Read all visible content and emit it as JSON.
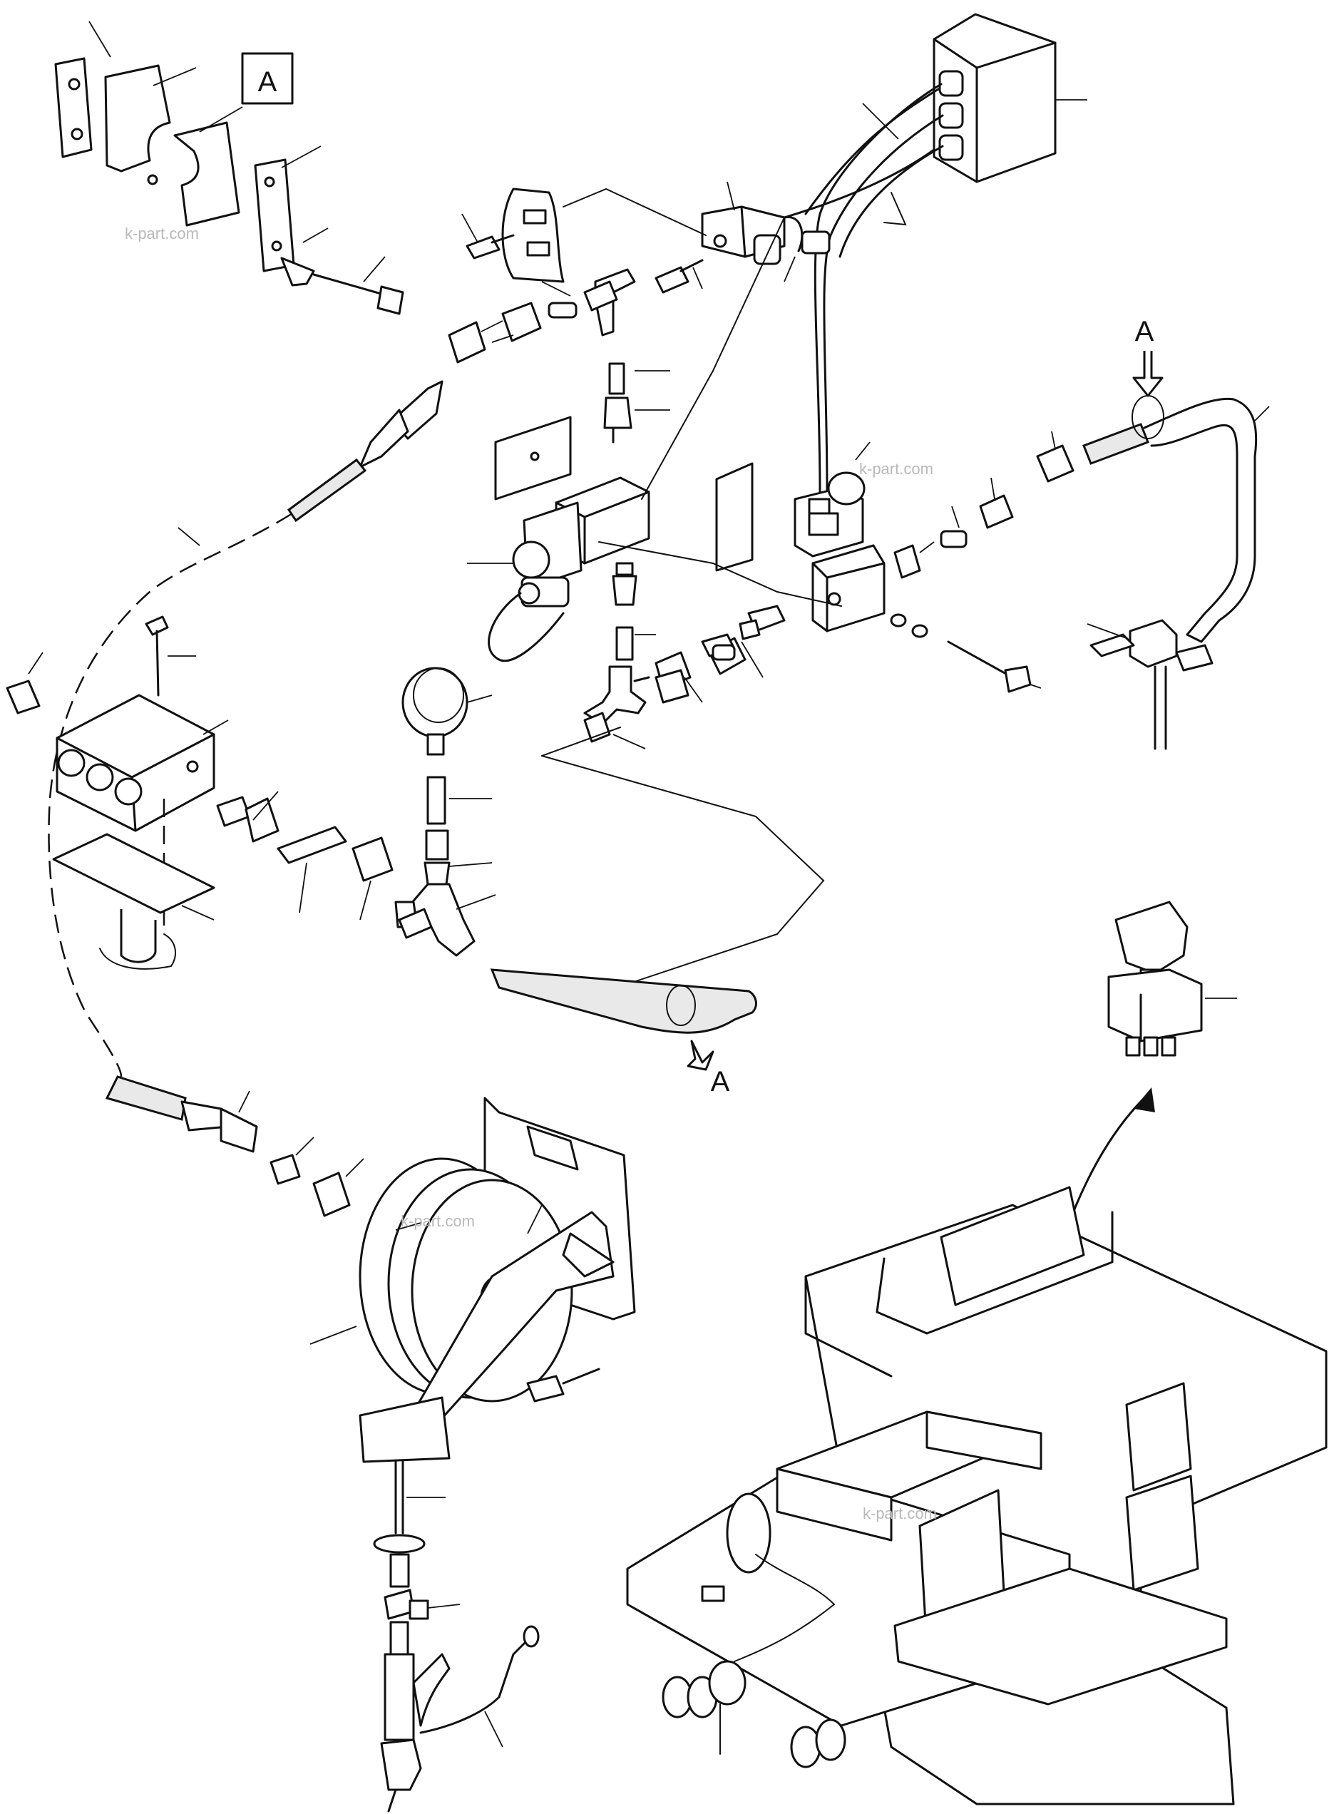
{
  "labels": {
    "detail_box": "A",
    "section_arrow_top": "A",
    "section_arrow_bottom": "A"
  },
  "watermark": "k-part.com"
}
